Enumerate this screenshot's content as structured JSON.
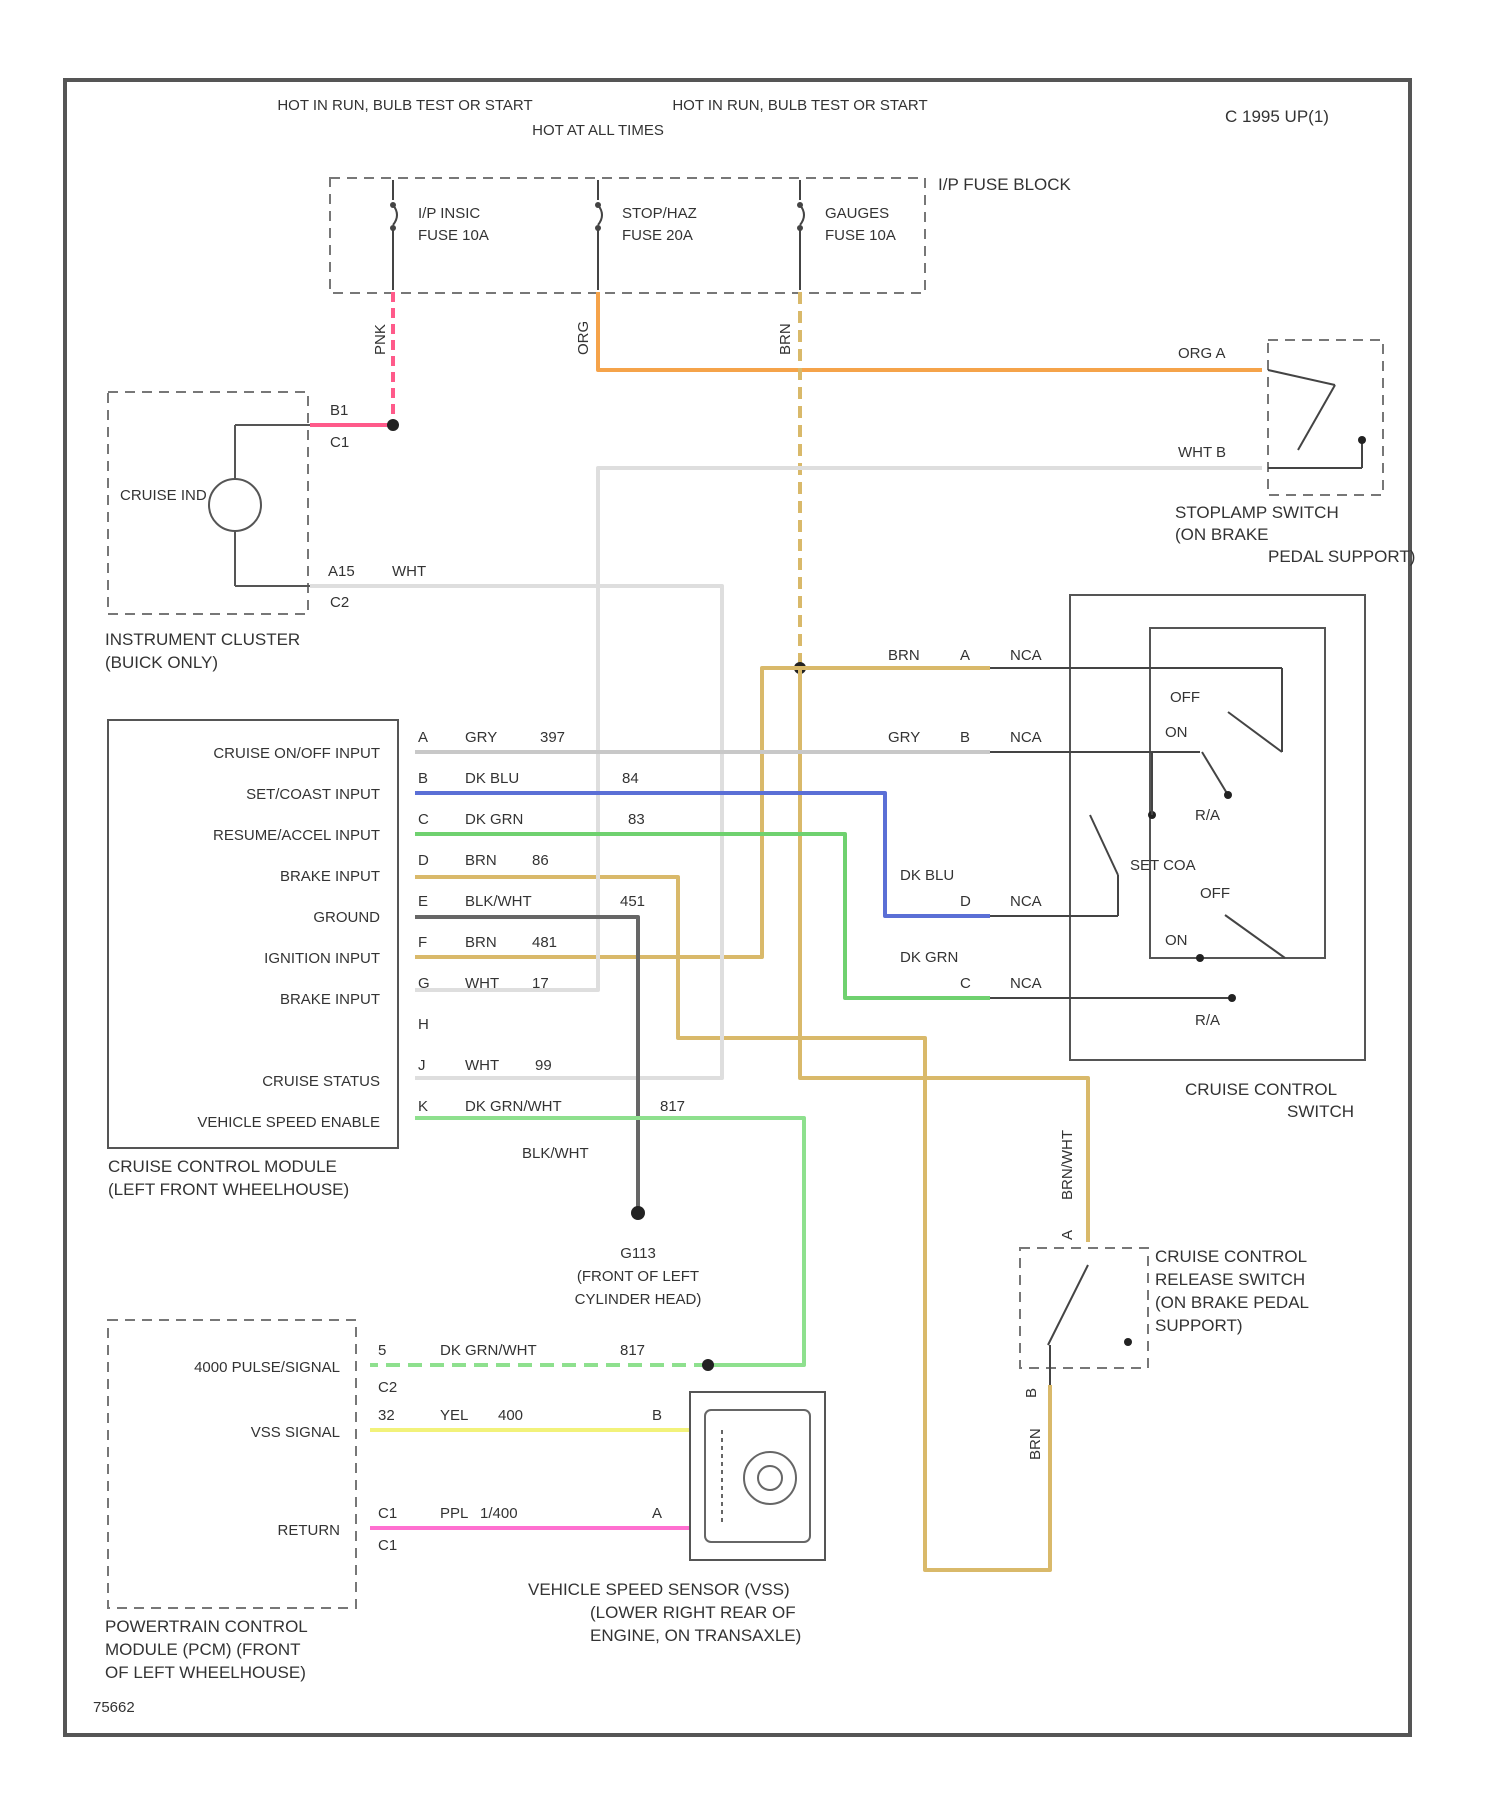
{
  "header": {
    "model_note": "C 1995 UP(1)",
    "figure_id": "75662"
  },
  "colors": {
    "orange": "#f5a34a",
    "brown": "#d9b96a",
    "gray": "#c8c8c8",
    "blue": "#5b6fd6",
    "green": "#6fd16f",
    "light_green": "#8ee08e",
    "yellow": "#f2f27a",
    "pink": "#ff6fd0",
    "red_pink": "#ff5a8a",
    "white_wire": "#dedede"
  },
  "fuse_block": {
    "label": "I/P FUSE BLOCK",
    "sources": [
      "HOT IN RUN, BULB TEST OR START",
      "HOT AT ALL TIMES",
      "HOT IN RUN, BULB TEST OR START"
    ],
    "fuses": [
      {
        "name": "I/P INSIC",
        "rating": "FUSE 10A"
      },
      {
        "name": "STOP/HAZ",
        "rating": "FUSE 20A"
      },
      {
        "name": "GAUGES",
        "rating": "FUSE 10A"
      }
    ],
    "wire_labels": [
      "PNK",
      "ORG",
      "BRN"
    ]
  },
  "instrument_cluster": {
    "label_line1": "INSTRUMENT CLUSTER",
    "label_line2": "(BUICK ONLY)",
    "indicator": "CRUISE IND",
    "pin_top": "B1",
    "conn_top": "C1",
    "pin_bottom": "A15",
    "conn_bottom": "C2",
    "wire_bottom": "WHT"
  },
  "stoplamp_switch": {
    "label_line1": "STOPLAMP SWITCH",
    "label_line2": "(ON BRAKE",
    "label_line3": "PEDAL SUPPORT)",
    "pin_a": "ORG  A",
    "pin_b": "WHT  B"
  },
  "cruise_module": {
    "label_line1": "CRUISE CONTROL MODULE",
    "label_line2": "(LEFT FRONT WHEELHOUSE)",
    "rows": [
      {
        "name": "CRUISE ON/OFF INPUT",
        "pin": "A",
        "wire": "GRY",
        "circuit": "397"
      },
      {
        "name": "SET/COAST INPUT",
        "pin": "B",
        "wire": "DK BLU",
        "circuit": "84"
      },
      {
        "name": "RESUME/ACCEL INPUT",
        "pin": "C",
        "wire": "DK GRN",
        "circuit": "83"
      },
      {
        "name": "BRAKE INPUT",
        "pin": "D",
        "wire": "BRN",
        "circuit": "86"
      },
      {
        "name": "GROUND",
        "pin": "E",
        "wire": "BLK/WHT",
        "circuit": "451"
      },
      {
        "name": "IGNITION INPUT",
        "pin": "F",
        "wire": "BRN",
        "circuit": "481"
      },
      {
        "name": "BRAKE INPUT",
        "pin": "G",
        "wire": "WHT",
        "circuit": "17"
      },
      {
        "name": "",
        "pin": "H",
        "wire": "",
        "circuit": ""
      },
      {
        "name": "CRUISE STATUS",
        "pin": "J",
        "wire": "WHT",
        "circuit": "99"
      },
      {
        "name": "VEHICLE SPEED ENABLE",
        "pin": "K",
        "wire": "DK GRN/WHT",
        "circuit": "817"
      }
    ]
  },
  "cruise_switch": {
    "label_line1": "CRUISE CONTROL",
    "label_line2": "SWITCH",
    "wire_brn": "BRN",
    "pin_a": "A",
    "wire_gry": "GRY",
    "pin_b": "B",
    "wire_blu": "DK BLU",
    "pin_d": "D",
    "wire_grn": "DK GRN",
    "pin_c": "C",
    "nca": "NCA",
    "off": "OFF",
    "on": "ON",
    "rsa": "R/A",
    "set_coa": "SET COA"
  },
  "ground": {
    "name": "G113",
    "location_line1": "(FRONT OF LEFT",
    "location_line2": "CYLINDER HEAD)",
    "wire": "BLK/WHT"
  },
  "release_switch": {
    "label_line1": "CRUISE CONTROL",
    "label_line2": "RELEASE SWITCH",
    "label_line3": "(ON BRAKE PEDAL",
    "label_line4": "SUPPORT)",
    "pin_a": "A",
    "pin_b": "B",
    "wire_top": "BRN/WHT",
    "wire_bottom": "BRN"
  },
  "pcm": {
    "label_line1": "POWERTRAIN CONTROL",
    "label_line2": "MODULE (PCM) (FRONT",
    "label_line3": "OF LEFT WHEELHOUSE)",
    "rows": [
      {
        "name": "4000 PULSE/SIGNAL",
        "pin": "5",
        "conn": "C2",
        "wire": "DK GRN/WHT",
        "circuit": "817"
      },
      {
        "name": "VSS SIGNAL",
        "pin": "32",
        "conn": "",
        "wire": "YEL",
        "circuit": "400"
      },
      {
        "name": "RETURN",
        "pin": "C1",
        "conn": "C1",
        "wire": "PPL",
        "circuit": "1/400"
      }
    ]
  },
  "vss": {
    "label_line1": "VEHICLE SPEED SENSOR (VSS)",
    "label_line2": "(LOWER RIGHT REAR OF",
    "label_line3": "ENGINE, ON TRANSAXLE)",
    "pin_b": "B",
    "pin_a": "A"
  }
}
